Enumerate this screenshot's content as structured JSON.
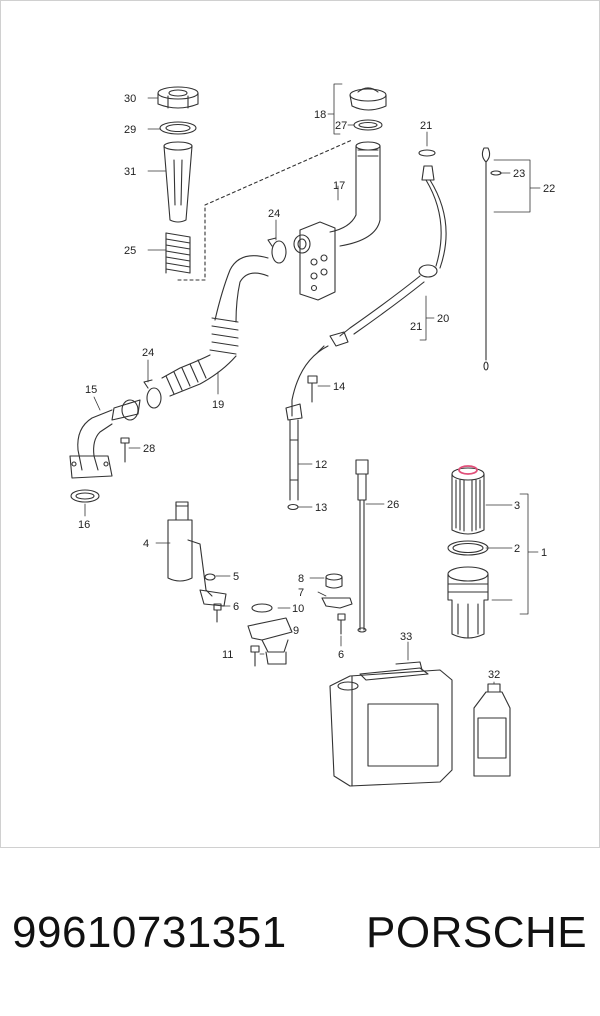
{
  "caption": {
    "part_number": "99610731351",
    "brand": "PORSCHE"
  },
  "callouts": {
    "c30": "30",
    "c29": "29",
    "c31": "31",
    "c25": "25",
    "c18": "18",
    "c27": "27",
    "c17": "17",
    "c24a": "24",
    "c21a": "21",
    "c23": "23",
    "c22": "22",
    "c20": "20",
    "c21b": "21",
    "c24b": "24",
    "c15": "15",
    "c19": "19",
    "c14": "14",
    "c28": "28",
    "c16": "16",
    "c12": "12",
    "c13": "13",
    "c26": "26",
    "c3": "3",
    "c2": "2",
    "c1": "1",
    "c4": "4",
    "c5": "5",
    "c6a": "6",
    "c8": "8",
    "c7": "7",
    "c10": "10",
    "c9": "9",
    "c6b": "6",
    "c11": "11",
    "c33": "33",
    "c32": "32"
  },
  "colors": {
    "line": "#333333",
    "frame": "#d0d0d0",
    "highlight": "#e0507a"
  }
}
